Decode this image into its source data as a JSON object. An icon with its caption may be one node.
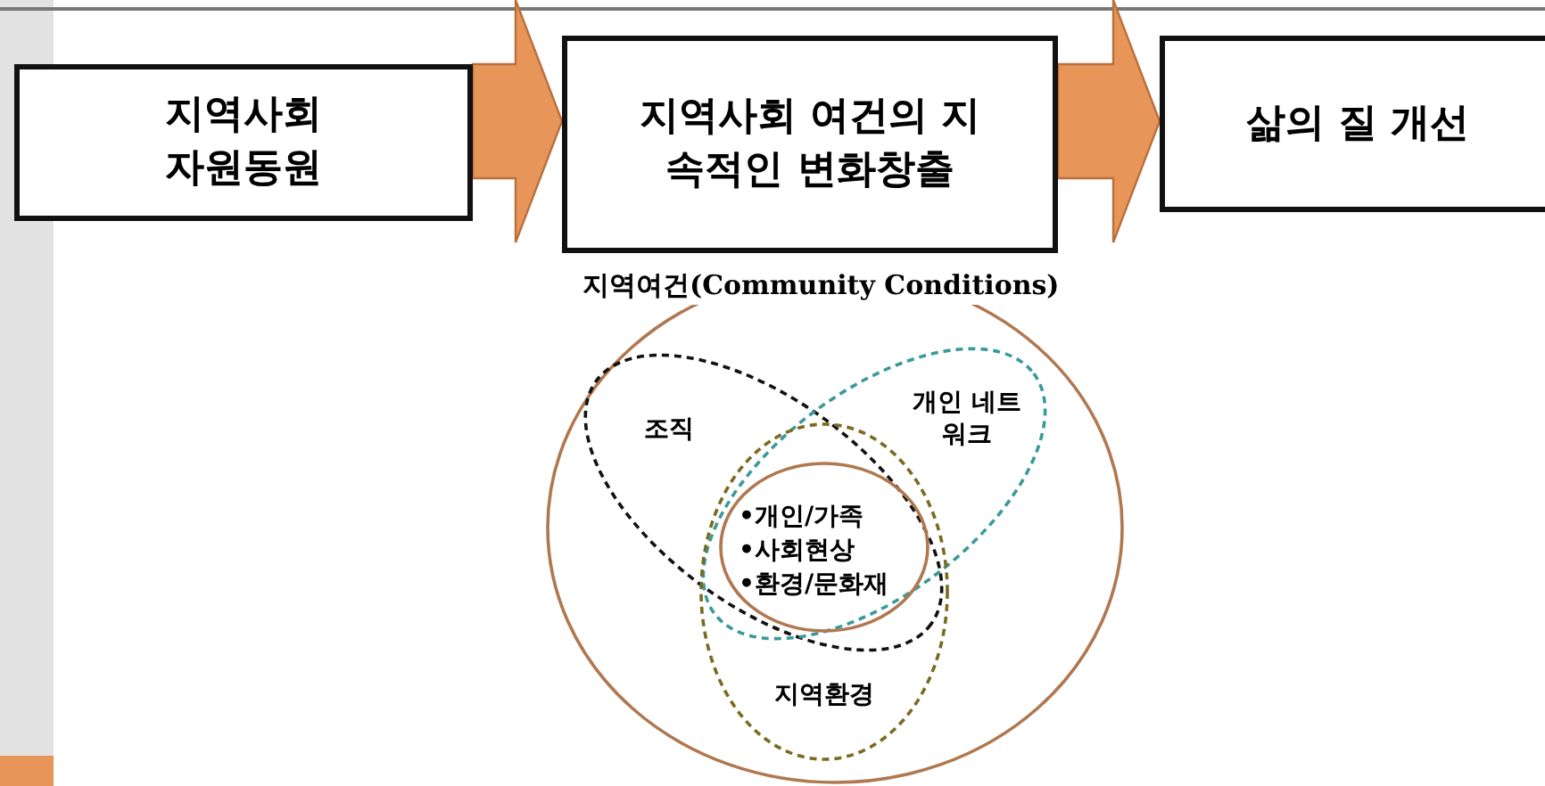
{
  "diagram": {
    "nodes": [
      {
        "text": [
          "지역사회 자원동원"
        ]
      },
      {
        "text": [
          "지역사회 여건의 지속적인 변화창출"
        ]
      },
      {
        "text": [
          "삶의 질 개선"
        ]
      },
      {
        "text": [
          "지역여건(Community Conditions)"
        ]
      },
      {
        "text": [
          "조직"
        ],
        "in": 3
      },
      {
        "text": [
          "개인 네트워크"
        ],
        "in": 3
      },
      {
        "text": [
          "지역환경"
        ],
        "in": 3
      },
      {
        "text": [
          "•개인/가족",
          "•사회현상",
          "•환경/문화재"
        ]
      }
    ],
    "edges": [
      {
        "from": 0,
        "to": 1,
        "arrow": "to"
      },
      {
        "from": 1,
        "to": 2,
        "arrow": "to"
      }
    ]
  }
}
